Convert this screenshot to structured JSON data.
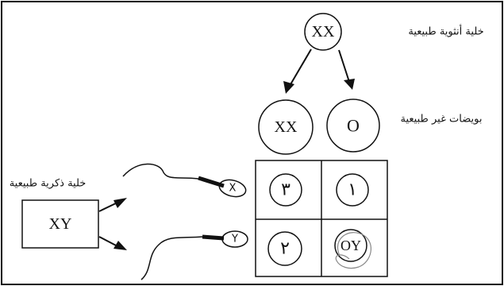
{
  "labels": {
    "female_cell": "خلية أنثوية طبيعية",
    "male_cell": "خلية ذكرية طبيعية",
    "abnormal_eggs": "بويضات غير طبيعية"
  },
  "cells": {
    "female": "XX",
    "male": "XY",
    "egg_1": "XX",
    "egg_2": "O"
  },
  "sperm": {
    "top": "X",
    "bottom": "Y"
  },
  "grid": {
    "top_left": "٣",
    "top_right": "١",
    "bottom_left": "٢",
    "bottom_right": "OY"
  }
}
